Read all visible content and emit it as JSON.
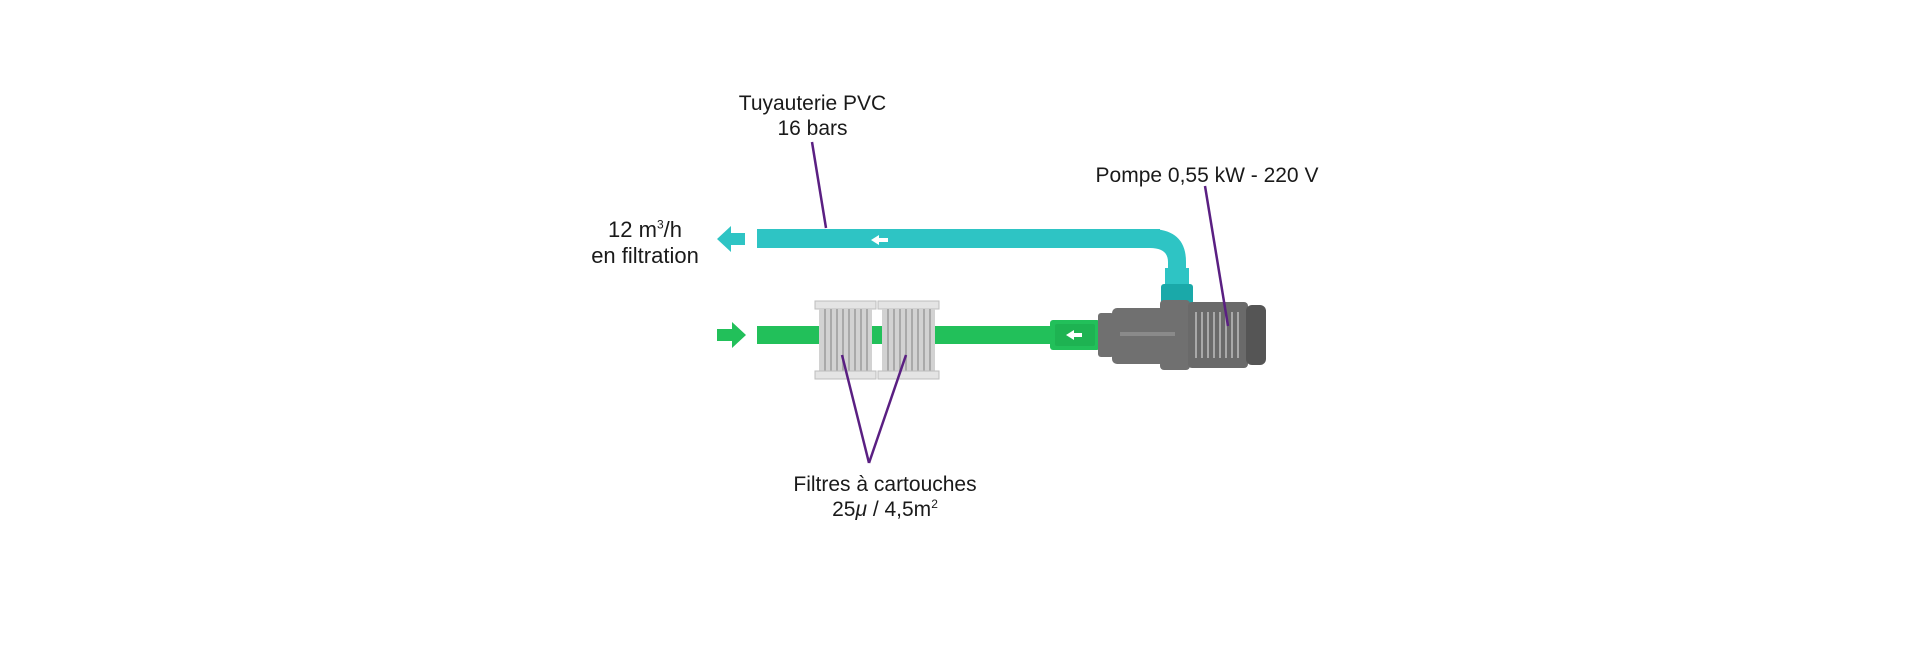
{
  "labels": {
    "pipe": {
      "line1": "Tuyauterie PVC",
      "line2": "16 bars"
    },
    "pump": {
      "line1": "Pompe 0,55 kW - 220 V"
    },
    "flow": {
      "line1_pre": "12 m",
      "line1_sup": "3",
      "line1_post": "/h",
      "line2": "en filtration"
    },
    "filters": {
      "line1": "Filtres à cartouches",
      "line2_pre": "25",
      "line2_mu": "μ",
      "line2_mid": " / 4,5m",
      "line2_sup": "2"
    }
  },
  "colors": {
    "return_pipe": "#2ec4c4",
    "return_pipe_dark": "#1aa9a9",
    "inlet_pipe": "#22c05a",
    "inlet_pipe_dark": "#169c45",
    "pump_body": "#707070",
    "pump_dark": "#555555",
    "filter": "#d2d2d2",
    "leader": "#5a1f82",
    "text": "#1a1a1a"
  },
  "icons": [
    "outflow-arrow-icon",
    "inflow-arrow-icon",
    "flow-direction-arrow-icon"
  ]
}
